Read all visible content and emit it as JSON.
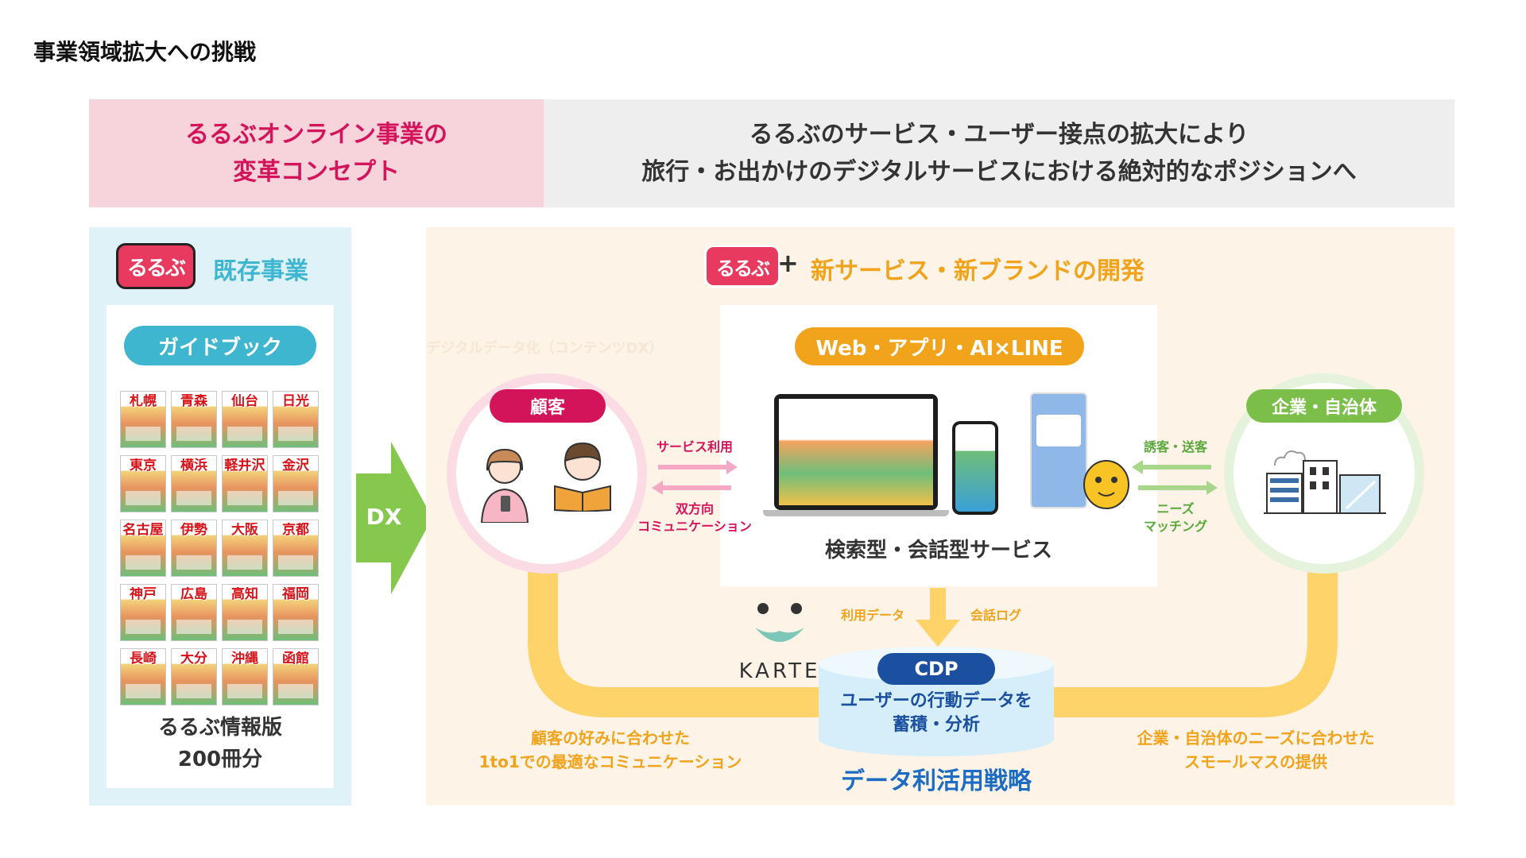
{
  "page_title": "事業領域拡大への挑戦",
  "concept": {
    "left_lines": [
      "るるぶオンライン事業の",
      "変革コンセプト"
    ],
    "right_lines": [
      "るるぶのサービス・ユーザー接点の拡大により",
      "旅行・お出かけのデジタルサービスにおける絶対的なポジションへ"
    ]
  },
  "existing": {
    "logo": "るるぶ",
    "heading": "既存事業",
    "guidebook_label": "ガイドブック",
    "books": [
      "札幌",
      "青森",
      "仙台",
      "日光",
      "東京",
      "横浜",
      "軽井沢",
      "金沢",
      "名古屋",
      "伊勢",
      "大阪",
      "京都",
      "神戸",
      "広島",
      "高知",
      "福岡",
      "長崎",
      "大分",
      "沖縄",
      "函館"
    ],
    "caption_lines": [
      "るるぶ情報版",
      "200冊分"
    ]
  },
  "dx_label": "DX",
  "new_business": {
    "logo": "るるぶ",
    "logo_plus": "+",
    "heading": "新サービス・新ブランドの開発",
    "faded_note": "デジタルデータ化（コンテンツDX）",
    "web_label": "Web・アプリ・AI×LINE",
    "service_caption": "検索型・会話型サービス",
    "customer_label": "顧客",
    "enterprise_label": "企業・自治体",
    "left_arrow_top": "サービス利用",
    "left_arrow_bottom_lines": [
      "双方向",
      "コミュニケーション"
    ],
    "right_arrow_top": "誘客・送客",
    "right_arrow_bottom_lines": [
      "ニーズ",
      "マッチング"
    ],
    "data_label_left": "利用データ",
    "data_label_right": "会話ログ",
    "karte": "KARTE",
    "cdp_label": "CDP",
    "cdp_lines": [
      "ユーザーの行動データを",
      "蓄積・分析"
    ],
    "strategy": "データ利活用戦略",
    "bottom_left_lines": [
      "顧客の好みに合わせた",
      "1to1での最適なコミュニケーション"
    ],
    "bottom_right_lines": [
      "企業・自治体のニーズに合わせた",
      "スモールマスの提供"
    ]
  },
  "colors": {
    "pink": "#d4145a",
    "cyan": "#3fb6cf",
    "orange": "#f0a31b",
    "green": "#7cbe4a",
    "navy": "#1b4fa0",
    "yellow": "#fdd36a"
  }
}
